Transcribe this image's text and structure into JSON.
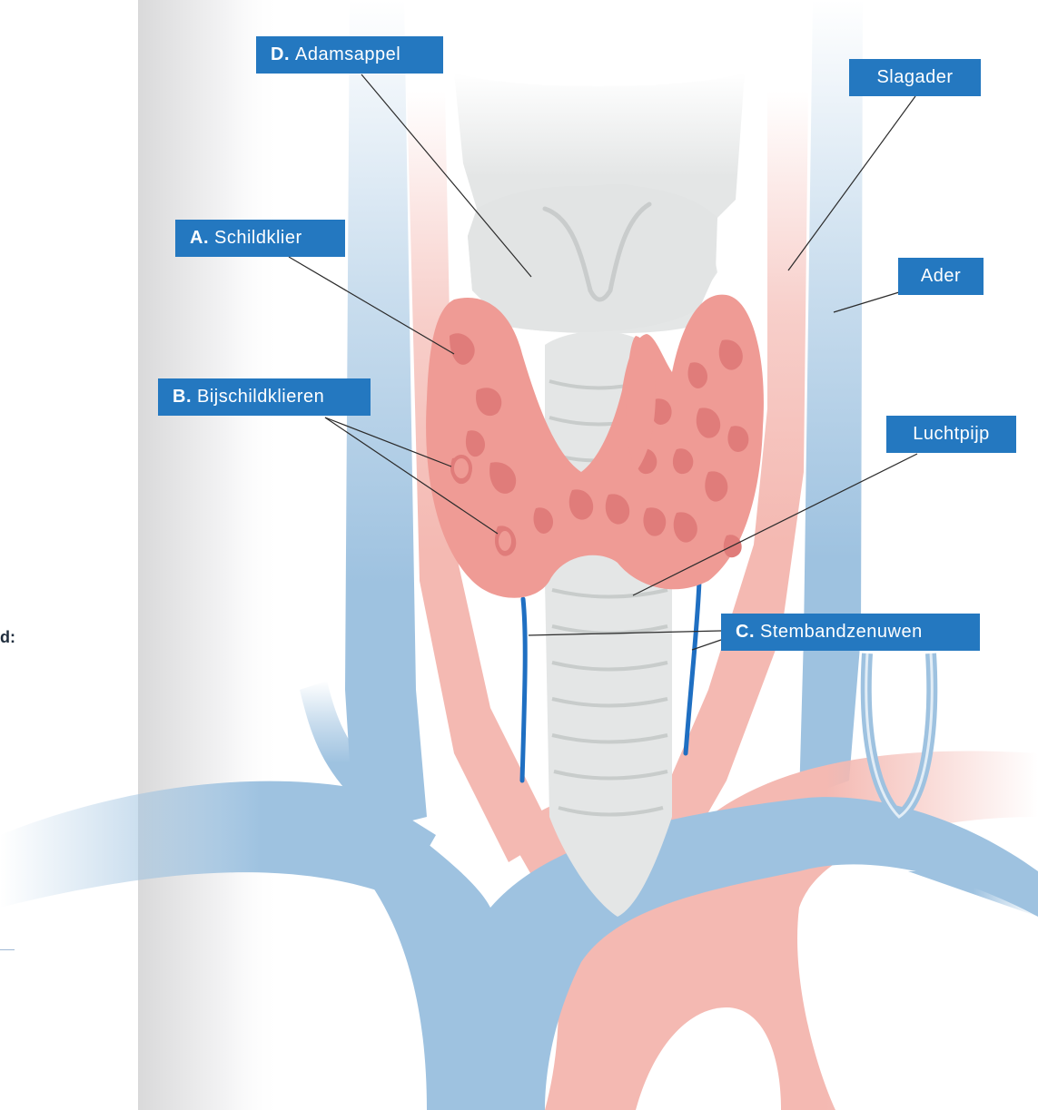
{
  "labels": {
    "adamsappel": {
      "letter": "D.",
      "text": "Adamsappel"
    },
    "slagader": {
      "letter": "",
      "text": "Slagader"
    },
    "schildklier": {
      "letter": "A.",
      "text": "Schildklier"
    },
    "ader": {
      "letter": "",
      "text": "Ader"
    },
    "bijschildklieren": {
      "letter": "B.",
      "text": "Bijschildklieren"
    },
    "luchtpijp": {
      "letter": "",
      "text": "Luchtpijp"
    },
    "stembandzenuwen": {
      "letter": "C.",
      "text": "Stembandzenuwen"
    }
  },
  "edge_text": "d:",
  "colors": {
    "label_bg": "#2478c0",
    "vein": "#9ec2e0",
    "artery": "#f4b9b2",
    "thyroid": "#ef9b95",
    "thyroid_dark": "#e07c7a",
    "cartilage": "#e4e6e6",
    "nerve": "#1f6fc2"
  }
}
